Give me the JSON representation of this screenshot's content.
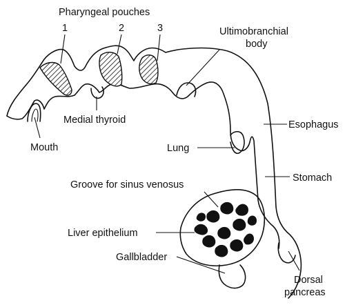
{
  "title": "Pharyngeal pouches",
  "pouch_numbers": [
    "1",
    "2",
    "3"
  ],
  "labels": {
    "ultimobranchial_line1": "Ultimobranchial",
    "ultimobranchial_line2": "body",
    "medial_thyroid": "Medial thyroid",
    "mouth": "Mouth",
    "esophagus": "Esophagus",
    "lung": "Lung",
    "stomach": "Stomach",
    "groove_sinus_venosus": "Groove for sinus venosus",
    "liver_epithelium": "Liver epithelium",
    "gallbladder": "Gallbladder",
    "dorsal_line1": "Dorsal",
    "dorsal_line2": "pancreas"
  }
}
